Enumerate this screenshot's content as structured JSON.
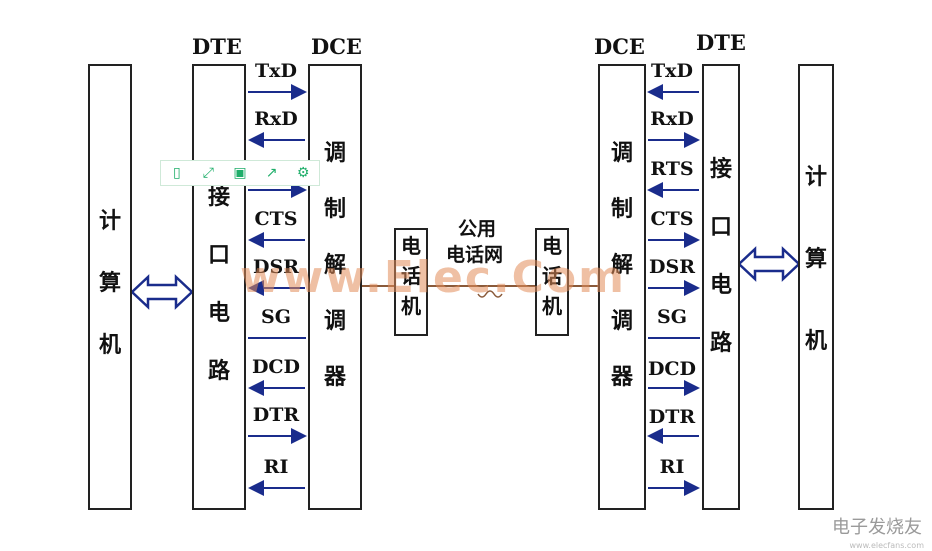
{
  "left": {
    "computer": [
      "计",
      "算",
      "机"
    ],
    "dte_label": "DTE",
    "dce_label": "DCE",
    "interface": [
      "接",
      "口",
      "电",
      "路"
    ],
    "modem": [
      "调",
      "制",
      "解",
      "调",
      "器"
    ],
    "signals": [
      "TxD",
      "RxD",
      "",
      "CTS",
      "DSR",
      "SG",
      "DCD",
      "DTR",
      "RI"
    ]
  },
  "right": {
    "computer": [
      "计",
      "算",
      "机"
    ],
    "dte_label": "DTE",
    "dce_label": "DCE",
    "interface": [
      "接",
      "口",
      "电",
      "路"
    ],
    "modem": [
      "调",
      "制",
      "解",
      "调",
      "器"
    ],
    "signals": [
      "TxD",
      "RxD",
      "RTS",
      "CTS",
      "DSR",
      "SG",
      "DCD",
      "DTR",
      "RI"
    ]
  },
  "phone_left": [
    "电",
    "话",
    "机"
  ],
  "phone_right": [
    "电",
    "话",
    "机"
  ],
  "network_label": [
    "公用",
    "电话网"
  ],
  "watermark": "www.Elec.Com",
  "brand": "电子发烧友",
  "brand_sub": "www.elecfans.com",
  "toolbar_icons": [
    "phone-icon",
    "expand-icon",
    "save-icon",
    "share-icon",
    "settings-icon"
  ],
  "colors": {
    "arrow": "#1a2c8c",
    "line": "#222222",
    "link": "#8a5a3a",
    "toolbar": "#1fae6a"
  }
}
